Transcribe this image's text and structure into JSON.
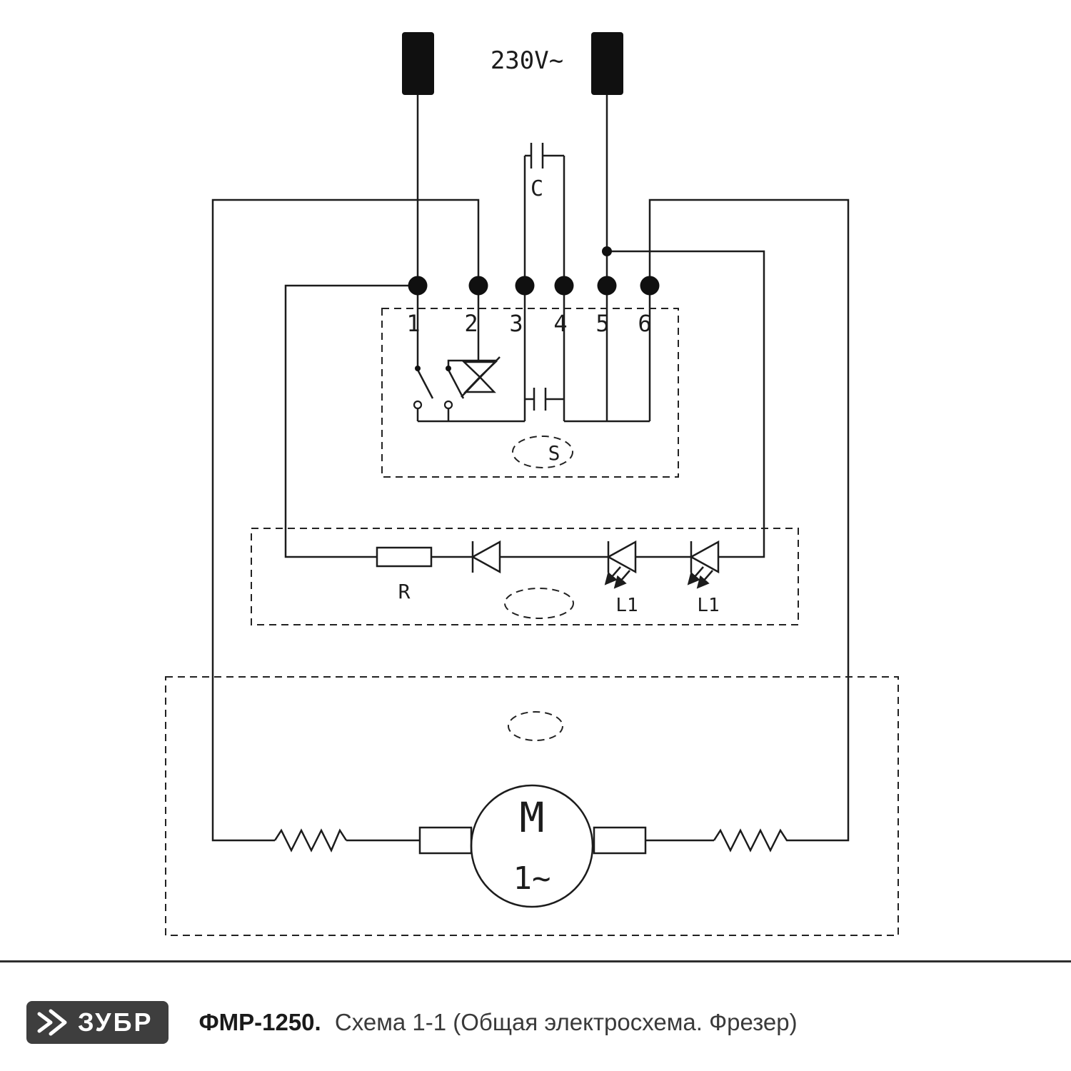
{
  "colors": {
    "line": "#1c1c1c",
    "logo_background": "#3e3e3e",
    "page_background": "#ffffff"
  },
  "diagram": {
    "voltage": "230V~",
    "capacitor_label": "C",
    "terminals": [
      "1",
      "2",
      "3",
      "4",
      "5",
      "6"
    ],
    "switch_label": "S",
    "resistor_label": "R",
    "led_labels": [
      "L1",
      "L1"
    ],
    "motor_label": "M",
    "motor_phase": "1~"
  },
  "footer": {
    "brand": "ЗУБР",
    "model": "ФМР-1250.",
    "subtitle": "Схема 1-1 (Общая электросхема. Фрезер)"
  }
}
